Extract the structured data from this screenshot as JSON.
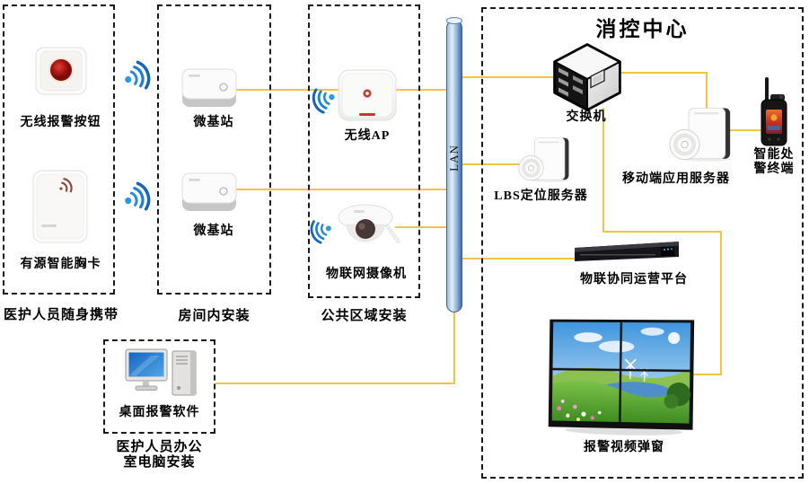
{
  "title": "消控中心",
  "lan": {
    "label": "LAN"
  },
  "groups": {
    "staff": {
      "caption": "医护人员随身携带"
    },
    "room": {
      "caption": "房间内安装"
    },
    "public": {
      "caption": "公共区域安装"
    },
    "office": {
      "caption_line1": "医护人员办公",
      "caption_line2": "室电脑安装"
    }
  },
  "devices": {
    "alarm_button": {
      "label": "无线报警按钮"
    },
    "badge": {
      "label": "有源智能胸卡"
    },
    "micro_bs_1": {
      "label": "微基站"
    },
    "micro_bs_2": {
      "label": "微基站"
    },
    "wireless_ap": {
      "label": "无线AP"
    },
    "iot_camera": {
      "label": "物联网摄像机"
    },
    "switch": {
      "label": "交换机"
    },
    "lbs_server": {
      "label": "LBS定位服务器"
    },
    "mobile_server": {
      "label": "移动端应用服务器"
    },
    "smart_terminal": {
      "label_line1": "智能处",
      "label_line2": "警终端"
    },
    "iot_platform": {
      "label": "物联协同运营平台"
    },
    "video_wall": {
      "label": "报警视频弹窗"
    },
    "desktop_software": {
      "label": "桌面报警软件"
    }
  },
  "icons": {
    "wifi_signal": "wifi-signal-icon",
    "lan_bus": "lan-cylinder",
    "switch_cube": "network-switch-icon",
    "software_box_cd": "server-software-icon"
  },
  "colors": {
    "connector_line": "#f5c342",
    "lan_cylinder_dark": "#3c6cae",
    "lan_cylinder_light": "#e2eefa",
    "wifi_blue": "#1b7fd4",
    "alarm_red": "#b01818",
    "box_dash": "#1a1a1a"
  }
}
